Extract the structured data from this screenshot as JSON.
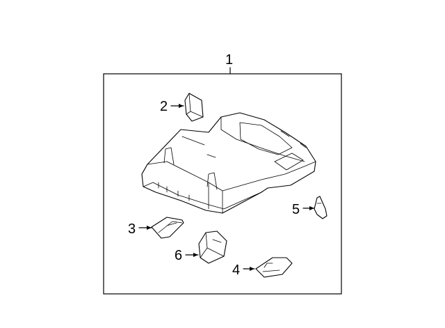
{
  "diagram": {
    "callouts": [
      {
        "id": "c1",
        "label": "1"
      },
      {
        "id": "c2",
        "label": "2"
      },
      {
        "id": "c3",
        "label": "3"
      },
      {
        "id": "c4",
        "label": "4"
      },
      {
        "id": "c5",
        "label": "5"
      },
      {
        "id": "c6",
        "label": "6"
      }
    ]
  }
}
